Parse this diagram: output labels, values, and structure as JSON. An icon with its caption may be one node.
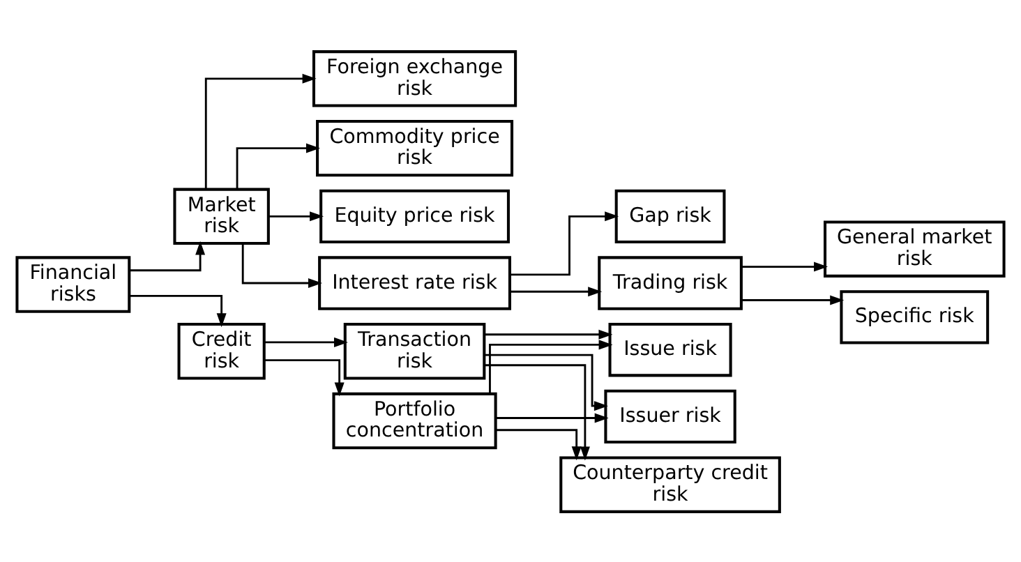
{
  "diagram": {
    "nodes": [
      {
        "text": [
          "Financial risks"
        ]
      },
      {
        "text": [
          "Market risk"
        ]
      },
      {
        "text": [
          "Credit risk"
        ]
      },
      {
        "text": [
          "Equity price risk"
        ]
      },
      {
        "text": [
          "Interest rate risk"
        ]
      },
      {
        "text": [
          "Foreign exchange risk"
        ]
      },
      {
        "text": [
          "Commodity price risk"
        ]
      },
      {
        "text": [
          "Trading risk"
        ]
      },
      {
        "text": [
          "Gap risk"
        ]
      },
      {
        "text": [
          "General market risk"
        ]
      },
      {
        "text": [
          "Specific risk"
        ]
      },
      {
        "text": [
          "Transaction risk"
        ]
      },
      {
        "text": [
          "Portfolio concentration"
        ]
      },
      {
        "text": [
          "Issue risk"
        ]
      },
      {
        "text": [
          "Issuer risk"
        ]
      },
      {
        "text": [
          "Counterparty credit risk"
        ]
      }
    ],
    "edges": [
      {
        "from": 0,
        "to": 1,
        "arrow": "to"
      },
      {
        "from": 0,
        "to": 2,
        "arrow": "to"
      },
      {
        "from": 1,
        "to": 3,
        "arrow": "to"
      },
      {
        "from": 1,
        "to": 4,
        "arrow": "to"
      },
      {
        "from": 1,
        "to": 5,
        "arrow": "to"
      },
      {
        "from": 1,
        "to": 6,
        "arrow": "to"
      },
      {
        "from": 4,
        "to": 7,
        "arrow": "to"
      },
      {
        "from": 4,
        "to": 8,
        "arrow": "to"
      },
      {
        "from": 7,
        "to": 9,
        "arrow": "to"
      },
      {
        "from": 7,
        "to": 10,
        "arrow": "to"
      },
      {
        "from": 2,
        "to": 11,
        "arrow": "to"
      },
      {
        "from": 2,
        "to": 12,
        "arrow": "to"
      },
      {
        "from": 11,
        "to": 13,
        "arrow": "to"
      },
      {
        "from": 11,
        "to": 14,
        "arrow": "to"
      },
      {
        "from": 11,
        "to": 15,
        "arrow": "to"
      },
      {
        "from": 12,
        "to": 13,
        "arrow": "to"
      },
      {
        "from": 12,
        "to": 14,
        "arrow": "to"
      },
      {
        "from": 12,
        "to": 15,
        "arrow": "to"
      }
    ]
  }
}
